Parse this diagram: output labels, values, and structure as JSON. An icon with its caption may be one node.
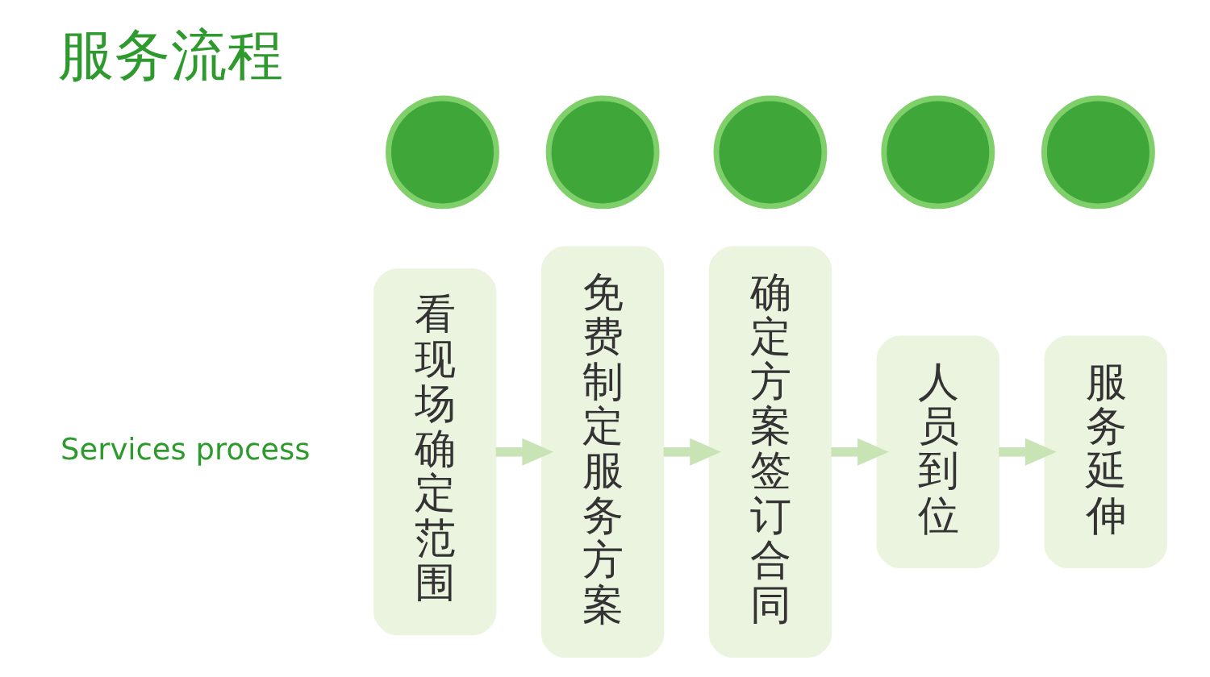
{
  "diagram": {
    "title": "服务流程",
    "nodes": [
      {
        "text": [],
        "shape": "circle"
      },
      {
        "text": [],
        "shape": "circle"
      },
      {
        "text": [],
        "shape": "circle"
      },
      {
        "text": [],
        "shape": "circle"
      },
      {
        "text": [],
        "shape": "circle"
      },
      {
        "text": [
          "看现场确定范围"
        ]
      },
      {
        "text": [
          "免费制定服务方案"
        ]
      },
      {
        "text": [
          "确定方案签订合同"
        ]
      },
      {
        "text": [
          "人员到位"
        ]
      },
      {
        "text": [
          "服务延伸"
        ]
      }
    ],
    "edges": [
      {
        "from": 5,
        "to": 6,
        "arrow": "to"
      },
      {
        "from": 6,
        "to": 7,
        "arrow": "to"
      },
      {
        "from": 7,
        "to": 8,
        "arrow": "to"
      },
      {
        "from": 8,
        "to": 9,
        "arrow": "to"
      }
    ],
    "labels": [
      "Services process"
    ]
  }
}
